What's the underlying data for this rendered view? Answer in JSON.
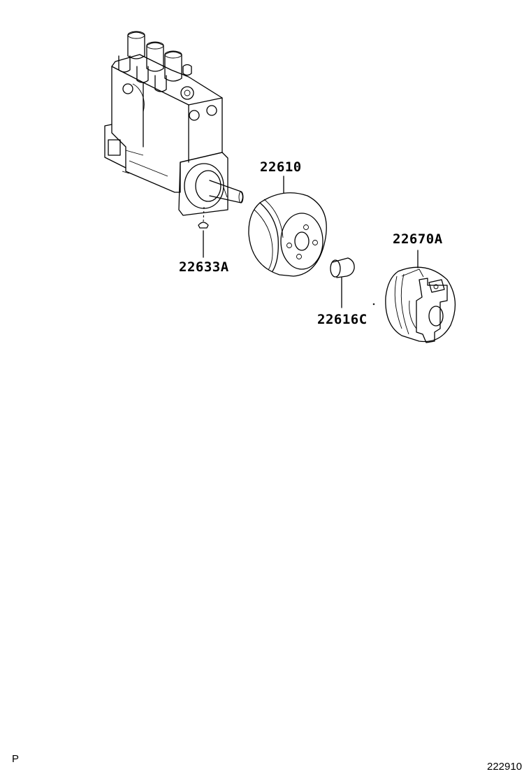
{
  "parts": [
    {
      "id": "injection-pump",
      "label": ""
    },
    {
      "id": "pulley",
      "label": "22610"
    },
    {
      "id": "woodruff-key",
      "label": "22633A"
    },
    {
      "id": "sleeve",
      "label": "22616C"
    },
    {
      "id": "timer",
      "label": "22670A"
    }
  ],
  "labels": {
    "pulley": "22610",
    "key": "22633A",
    "sleeve": "22616C",
    "timer": "22670A"
  },
  "footer": {
    "page_marker": "P",
    "diagram_code": "222910"
  }
}
